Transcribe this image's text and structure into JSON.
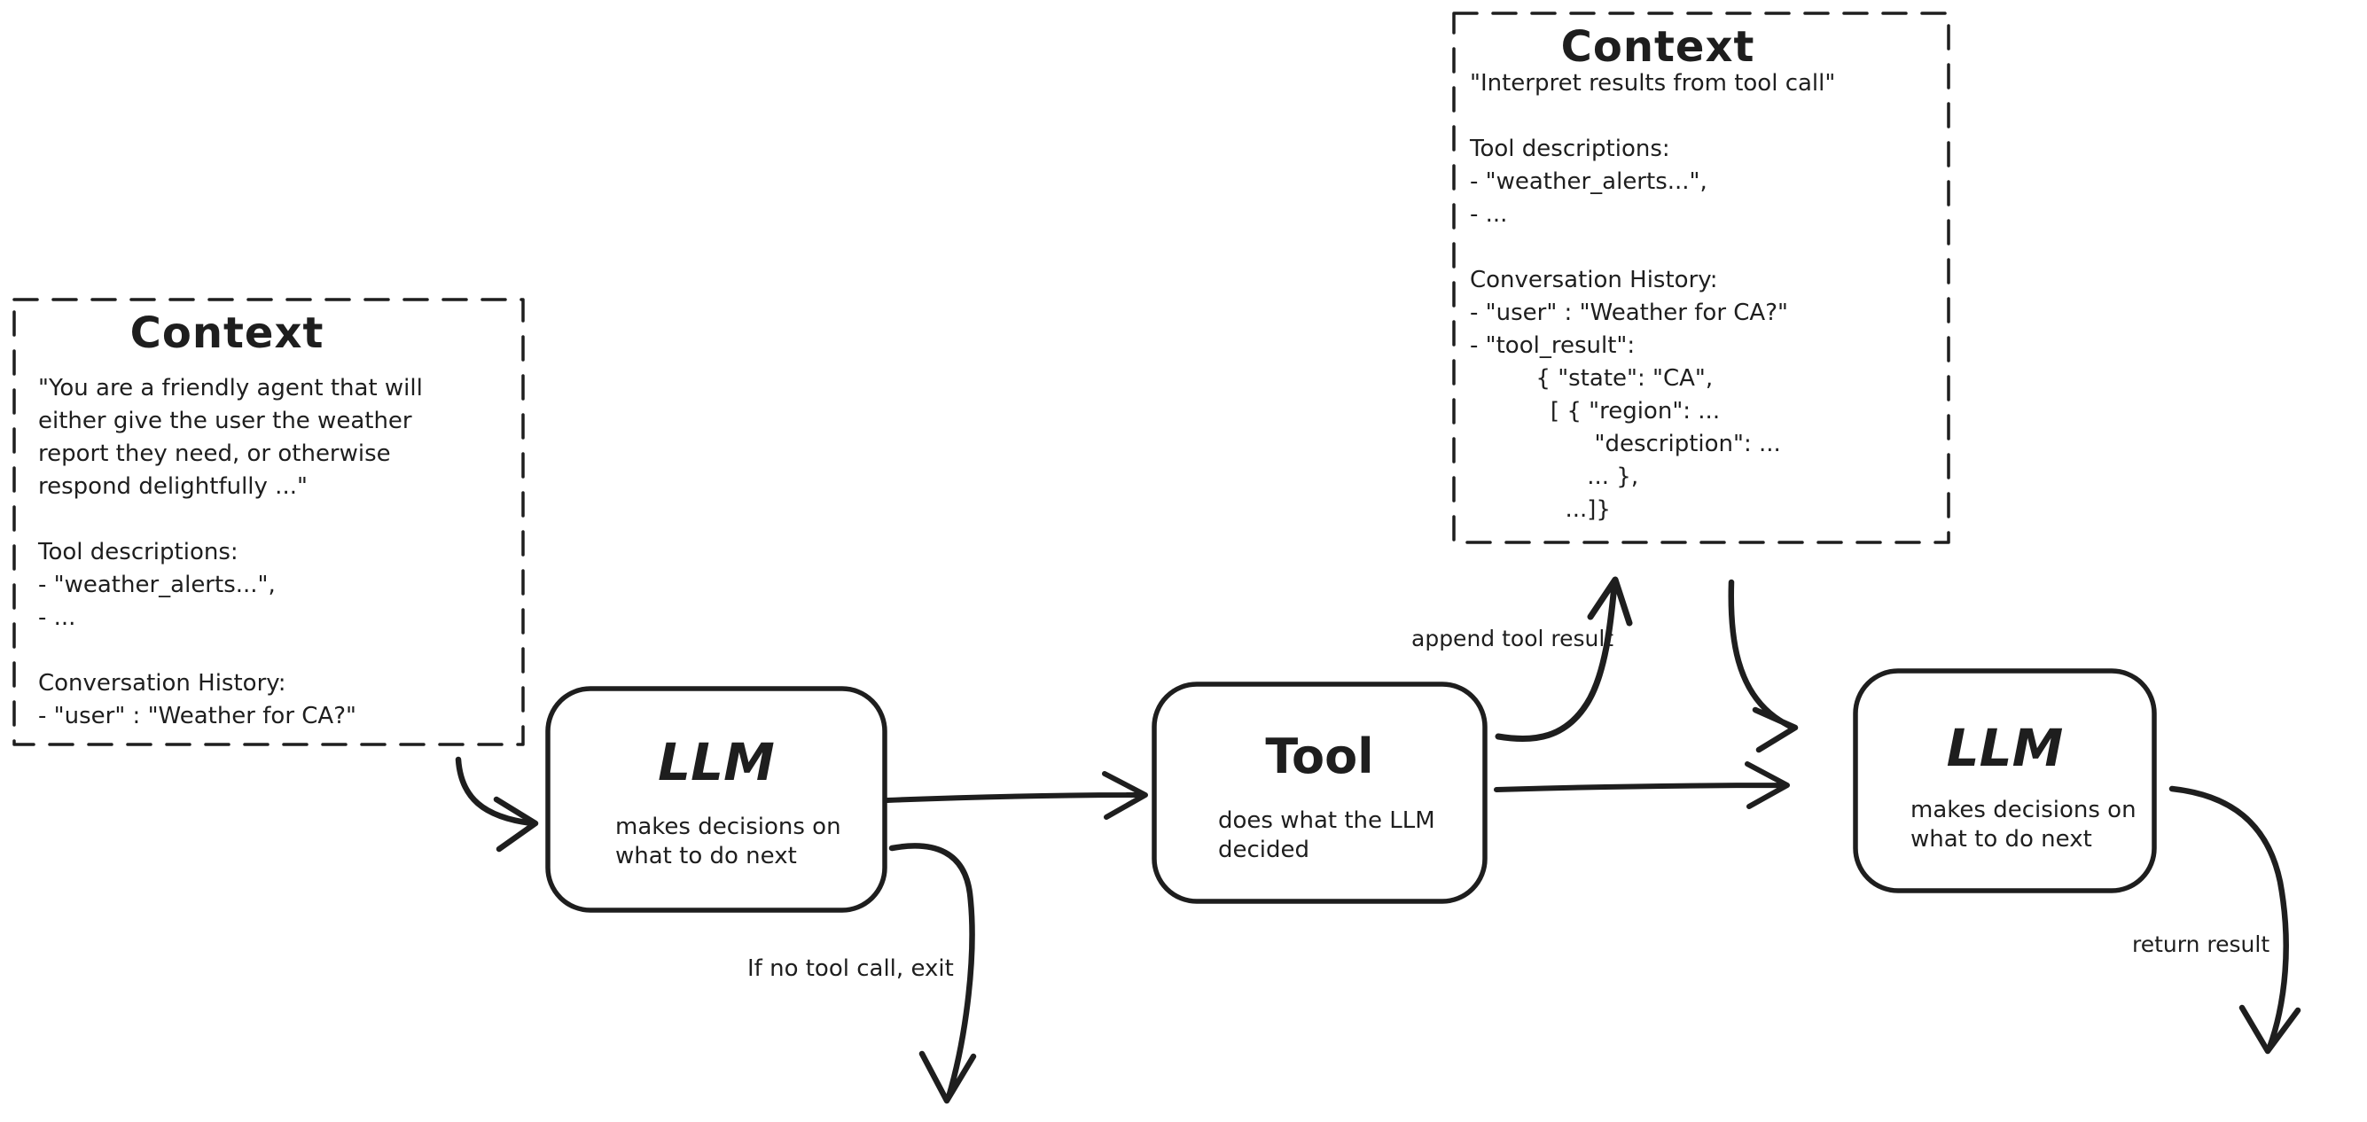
{
  "diagram": {
    "colors": {
      "ink": "#1e1e1e",
      "background": "#ffffff"
    },
    "context_box_1": {
      "title": "Context",
      "body": "\"You are a friendly agent that will\neither give the user the weather\nreport they need, or otherwise\nrespond delightfully ...\"\n\nTool descriptions:\n- \"weather_alerts...\",\n- ...\n\nConversation History:\n- \"user\" : \"Weather for CA?\""
    },
    "context_box_2": {
      "title": "Context",
      "body": "\"Interpret results from tool call\"\n\nTool descriptions:\n- \"weather_alerts...\",\n- ...\n\nConversation History:\n- \"user\" : \"Weather for CA?\"\n- \"tool_result\":\n         { \"state\": \"CA\",\n           [ { \"region\": ...\n                 \"description\": ...\n                ... },\n             ...]}"
    },
    "nodes": {
      "llm_1": {
        "title": "LLM",
        "subtitle": "makes decisions on\nwhat to do next"
      },
      "tool": {
        "title": "Tool",
        "subtitle": "does what the LLM\ndecided"
      },
      "llm_2": {
        "title": "LLM",
        "subtitle": "makes decisions on\nwhat to do next"
      }
    },
    "edge_labels": {
      "append_tool_result": "append tool result",
      "no_tool_call_exit": "If no tool call, exit",
      "return_result": "return result"
    },
    "edges": [
      {
        "name": "context1-to-llm1",
        "from": "context_box_1",
        "to": "llm_1",
        "label": ""
      },
      {
        "name": "llm1-to-tool",
        "from": "llm_1",
        "to": "tool",
        "label": ""
      },
      {
        "name": "tool-to-context2",
        "from": "tool",
        "to": "context_box_2",
        "label": "append tool result"
      },
      {
        "name": "context2-to-llm2",
        "from": "context_box_2",
        "to": "llm_2",
        "label": ""
      },
      {
        "name": "tool-to-llm2",
        "from": "tool",
        "to": "llm_2",
        "label": ""
      },
      {
        "name": "llm1-exit",
        "from": "llm_1",
        "to": "exit",
        "label": "If no tool call, exit"
      },
      {
        "name": "llm2-return",
        "from": "llm_2",
        "to": "output",
        "label": "return result"
      }
    ]
  }
}
